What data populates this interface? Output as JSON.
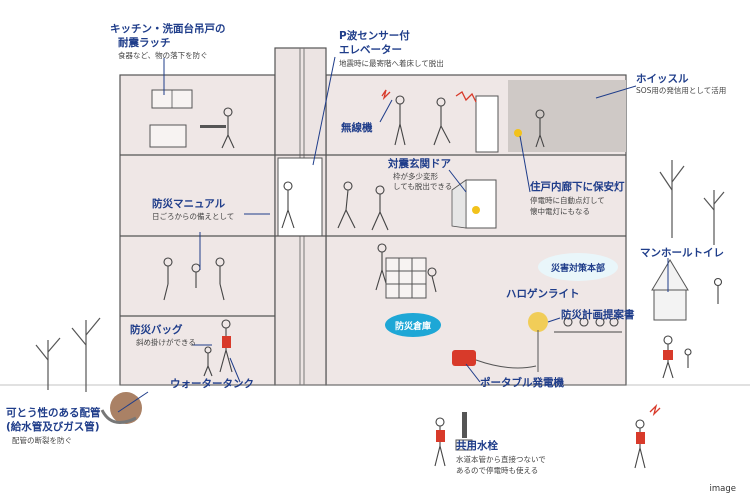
{
  "labels": {
    "kitchen_latch": {
      "title1": "キッチン・洗面台吊戸の",
      "title2": "耐震ラッチ",
      "sub": "食器など、物の落下を防ぐ"
    },
    "elevator": {
      "title1": "P波センサー付",
      "title2": "エレベーター",
      "sub": "地震時に最寄階へ着床して脱出"
    },
    "whistle": {
      "title": "ホイッスル",
      "sub": "SOS用の発信用として活用"
    },
    "radio": {
      "title": "無線機"
    },
    "seismic_door": {
      "title": "対震玄関ドア",
      "sub1": "枠が多少変形",
      "sub2": "しても脱出できる"
    },
    "corridor_light": {
      "title": "住戸内廊下に保安灯",
      "sub1": "停電時に自動点灯して",
      "sub2": "懐中電灯にもなる"
    },
    "manual": {
      "title": "防災マニュアル",
      "sub": "日ごろからの備えとして"
    },
    "manhole_toilet": {
      "title": "マンホールトイレ"
    },
    "hq": {
      "label": "災害対策本部"
    },
    "halogen": {
      "title": "ハロゲンライト"
    },
    "storage": {
      "label": "防災倉庫"
    },
    "plan": {
      "title": "防災計画提案書"
    },
    "bag": {
      "title": "防災バッグ",
      "sub": "斜め掛けができる"
    },
    "water_tank": {
      "title": "ウォータータンク"
    },
    "generator": {
      "title": "ポータブル発電機"
    },
    "pipes": {
      "title1": "可とう性のある配管",
      "title2": "(給水管及びガス管)",
      "sub": "配管の断裂を防ぐ"
    },
    "hydrant": {
      "title": "共用水栓",
      "sub1": "水道本管から直接つないで",
      "sub2": "あるので停電時も使える"
    }
  },
  "caption": "image",
  "colors": {
    "building": "#efe7e6",
    "outline": "#555555",
    "title": "#1f3d8a",
    "badge_light": "#e9f6fa",
    "badge_solid": "#1ea7d6",
    "accent_red": "#d83a2a",
    "accent_yellow": "#f2c21b"
  }
}
